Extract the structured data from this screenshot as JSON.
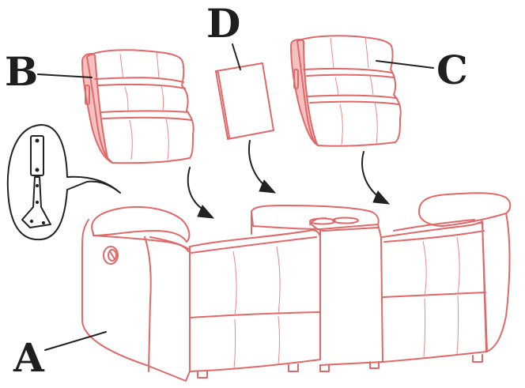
{
  "labels": {
    "a": "A",
    "b": "B",
    "c": "C",
    "d": "D"
  },
  "colors": {
    "outline": "#e06868",
    "shade": "#f5c0c0",
    "ink": "#222222"
  },
  "icons": {
    "arrows": "curved-down-arrow-icon",
    "bracket": "bracket-detail-icon"
  }
}
